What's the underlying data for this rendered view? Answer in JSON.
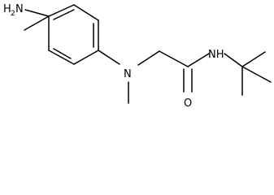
{
  "atoms": {
    "amine_n": "H",
    "amine_n_sub": "2",
    "amine_n_tail": "N",
    "tertiary_n": "N",
    "amide_nh": "NH",
    "carbonyl_o": "O"
  }
}
